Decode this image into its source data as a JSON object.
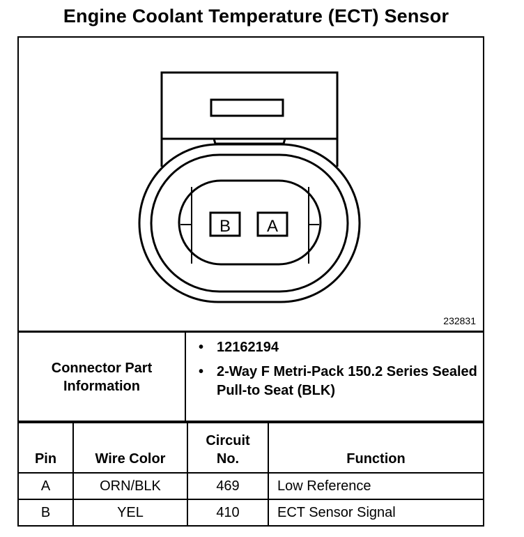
{
  "title": "Engine Coolant Temperature (ECT) Sensor",
  "diagram": {
    "figure_number": "232831",
    "pin_labels": [
      "B",
      "A"
    ]
  },
  "connector": {
    "label_line1": "Connector Part",
    "label_line2": "Information",
    "items": [
      "12162194",
      "2-Way F Metri-Pack 150.2 Series Sealed Pull-to Seat (BLK)"
    ]
  },
  "pin_table": {
    "headers": {
      "pin": "Pin",
      "wire_color": "Wire Color",
      "circuit_line1": "Circuit",
      "circuit_line2": "No.",
      "function": "Function"
    },
    "rows": [
      {
        "pin": "A",
        "wire_color": "ORN/BLK",
        "circuit": "469",
        "function": "Low Reference"
      },
      {
        "pin": "B",
        "wire_color": "YEL",
        "circuit": "410",
        "function": "ECT Sensor Signal"
      }
    ]
  }
}
